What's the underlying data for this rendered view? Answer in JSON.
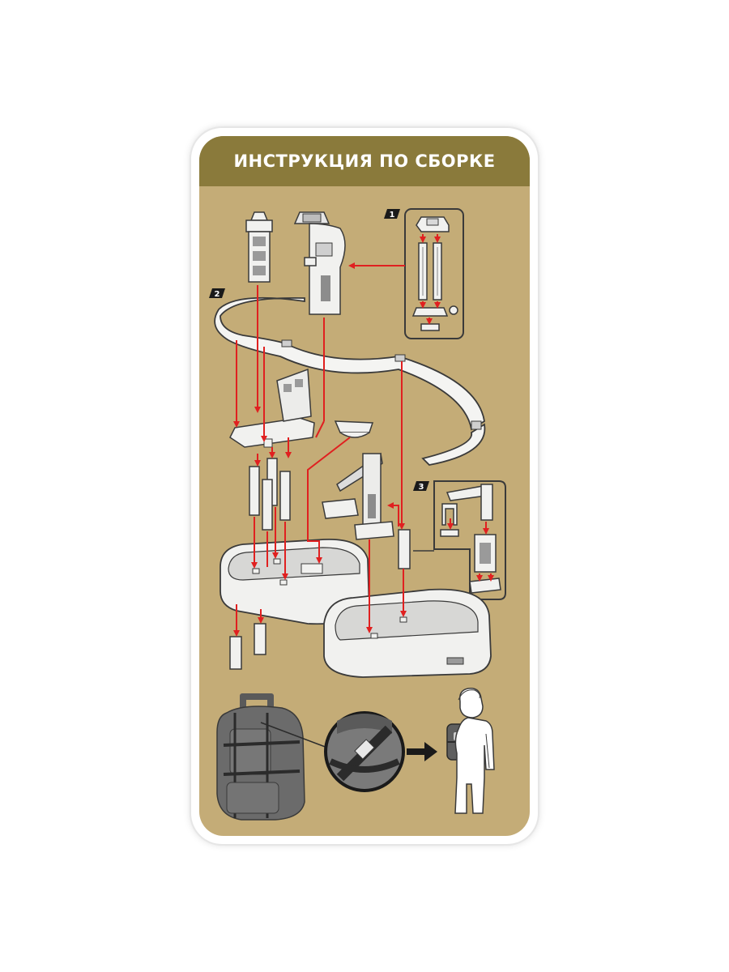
{
  "header": {
    "title": "ИНСТРУКЦИЯ ПО СБОРКЕ"
  },
  "steps": [
    {
      "number": "1"
    },
    {
      "number": "2"
    },
    {
      "number": "3"
    }
  ],
  "colors": {
    "panel_background": "#c4ac77",
    "header_background": "#8a7a3b",
    "arrow": "#e02020",
    "part_fill": "#f1f1ef",
    "part_outline": "#3a3a3a",
    "backpack": "#5f5f5f"
  },
  "icons": {
    "flow_arrow": "arrow-right-icon"
  }
}
